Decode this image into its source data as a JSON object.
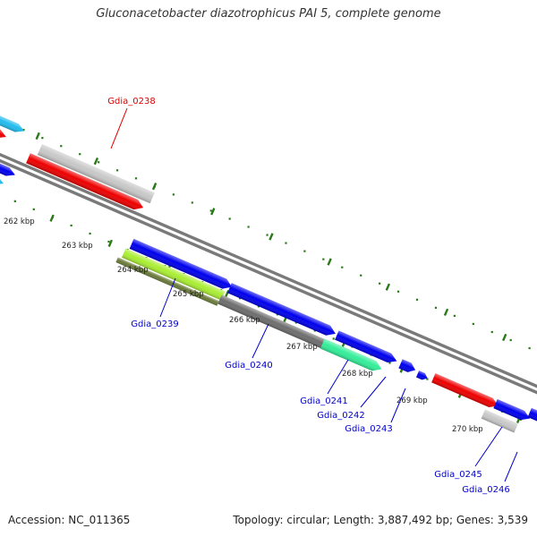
{
  "header": {
    "title": "Gluconacetobacter diazotrophicus PAI 5, complete genome"
  },
  "footer": {
    "accession": "Accession: NC_011365",
    "topology": "Topology: circular; Length: 3,887,492 bp; Genes: 3,539"
  },
  "colors": {
    "backbone": "#7a7a7a",
    "tick": "#2a7a1a",
    "label_blue": "#0000cc",
    "label_red": "#dd0000",
    "ruler_text": "#222222"
  },
  "ruler_labels": [
    "262 kbp",
    "263 kbp",
    "264 kbp",
    "265 kbp",
    "266 kbp",
    "267 kbp",
    "268 kbp",
    "269 kbp",
    "270 kbp"
  ],
  "genes": [
    {
      "name": "gene-red-left",
      "color": "#ee0000"
    },
    {
      "name": "gene-cyan-left-top",
      "color": "#22bbee"
    },
    {
      "name": "gene-blue-left",
      "color": "#0000ee"
    },
    {
      "name": "gene-cyan-left-bottom",
      "color": "#22bbee"
    },
    {
      "name": "gene-gray-gdia0238",
      "color": "#c8c8c8"
    },
    {
      "name": "gene-red-gdia0238",
      "color": "#ee0000"
    },
    {
      "name": "gene-blue-gdia0239",
      "color": "#0000ee"
    },
    {
      "name": "gene-lime-gdia0239",
      "color": "#aaee33"
    },
    {
      "name": "gene-olive-gdia0239",
      "color": "#6a7a3a"
    },
    {
      "name": "gene-blue-gdia0240",
      "color": "#0000ee"
    },
    {
      "name": "gene-darkgray-gdia0240",
      "color": "#6e6e6e"
    },
    {
      "name": "gene-blue-gdia0241",
      "color": "#0000ee"
    },
    {
      "name": "gene-green-gdia0242",
      "color": "#33ee99"
    },
    {
      "name": "gene-blue-small-1",
      "color": "#0000ee"
    },
    {
      "name": "gene-blue-small-2",
      "color": "#0000ee"
    },
    {
      "name": "gene-red-right",
      "color": "#ee0000"
    },
    {
      "name": "gene-blue-gdia0245",
      "color": "#0000ee"
    },
    {
      "name": "gene-gray-gdia0245",
      "color": "#c8c8c8"
    },
    {
      "name": "gene-blue-edge",
      "color": "#0000ee"
    }
  ],
  "callouts": [
    {
      "label": "Gdia_0238",
      "color": "#dd0000"
    },
    {
      "label": "Gdia_0239",
      "color": "#0000cc"
    },
    {
      "label": "Gdia_0240",
      "color": "#0000cc"
    },
    {
      "label": "Gdia_0241",
      "color": "#0000cc"
    },
    {
      "label": "Gdia_0242",
      "color": "#0000cc"
    },
    {
      "label": "Gdia_0243",
      "color": "#0000cc"
    },
    {
      "label": "Gdia_0245",
      "color": "#0000cc"
    },
    {
      "label": "Gdia_0246",
      "color": "#0000cc"
    }
  ]
}
